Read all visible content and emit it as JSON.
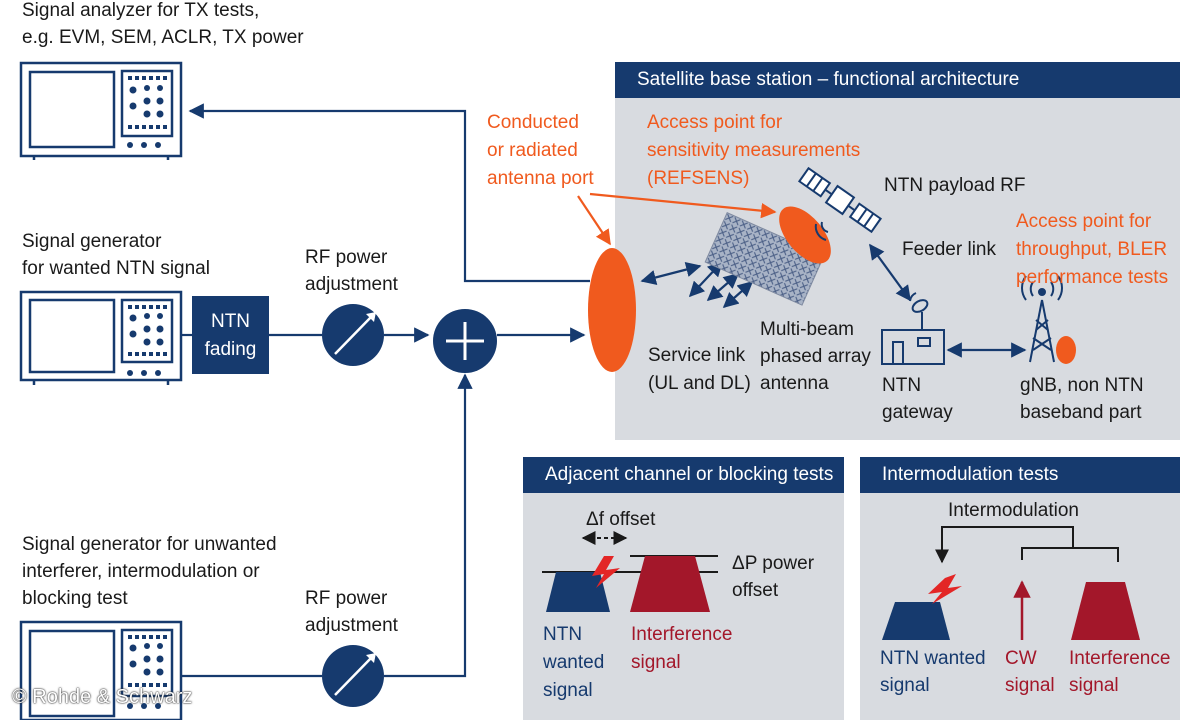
{
  "analyzer": {
    "label_line1": "Signal analyzer for TX tests,",
    "label_line2": "e.g. EVM, SEM, ACLR, TX power"
  },
  "generator_wanted": {
    "label_line1": "Signal generator",
    "label_line2": "for wanted NTN signal"
  },
  "generator_unwanted": {
    "label_line1": "Signal generator for unwanted",
    "label_line2": "interferer, intermodulation or",
    "label_line3": "blocking test"
  },
  "fading": {
    "line1": "NTN",
    "line2": "fading"
  },
  "rf_power_1": {
    "line1": "RF power",
    "line2": "adjustment"
  },
  "rf_power_2": {
    "line1": "RF power",
    "line2": "adjustment"
  },
  "antenna_port": {
    "line1": "Conducted",
    "line2": "or radiated",
    "line3": "antenna port"
  },
  "satellite_station": {
    "title": "Satellite base station – functional architecture",
    "access_sensitivity": {
      "line1": "Access point for",
      "line2": "sensitivity measurements",
      "line3": "(REFSENS)"
    },
    "payload_label": "NTN payload RF",
    "feeder_link": "Feeder link",
    "access_throughput": {
      "line1": "Access point for",
      "line2": "throughput, BLER",
      "line3": "performance tests"
    },
    "service_link": {
      "line1": "Service link",
      "line2": "(UL and DL)"
    },
    "phased_array": {
      "line1": "Multi-beam",
      "line2": "phased array",
      "line3": "antenna"
    },
    "gateway": {
      "line1": "NTN",
      "line2": "gateway"
    },
    "gnb": {
      "line1": "gNB, non NTN",
      "line2": "baseband part"
    }
  },
  "adjacent_panel": {
    "title": "Adjacent channel or blocking tests",
    "delta_f": "Δf offset",
    "delta_p": {
      "line1": "ΔP power",
      "line2": "offset"
    },
    "wanted": {
      "line1": "NTN",
      "line2": "wanted",
      "line3": "signal"
    },
    "interference": {
      "line1": "Interference",
      "line2": "signal"
    }
  },
  "intermod_panel": {
    "title": "Intermodulation tests",
    "intermodulation": "Intermodulation",
    "wanted": {
      "line1": "NTN wanted",
      "line2": "signal"
    },
    "cw": {
      "line1": "CW",
      "line2": "signal"
    },
    "interference": {
      "line1": "Interference",
      "line2": "signal"
    }
  },
  "copyright": "© Rohde & Schwarz",
  "colors": {
    "navy": "#163a6e",
    "orange": "#f05a1e",
    "red": "#a3172a",
    "panel": "#d8dbe0"
  }
}
